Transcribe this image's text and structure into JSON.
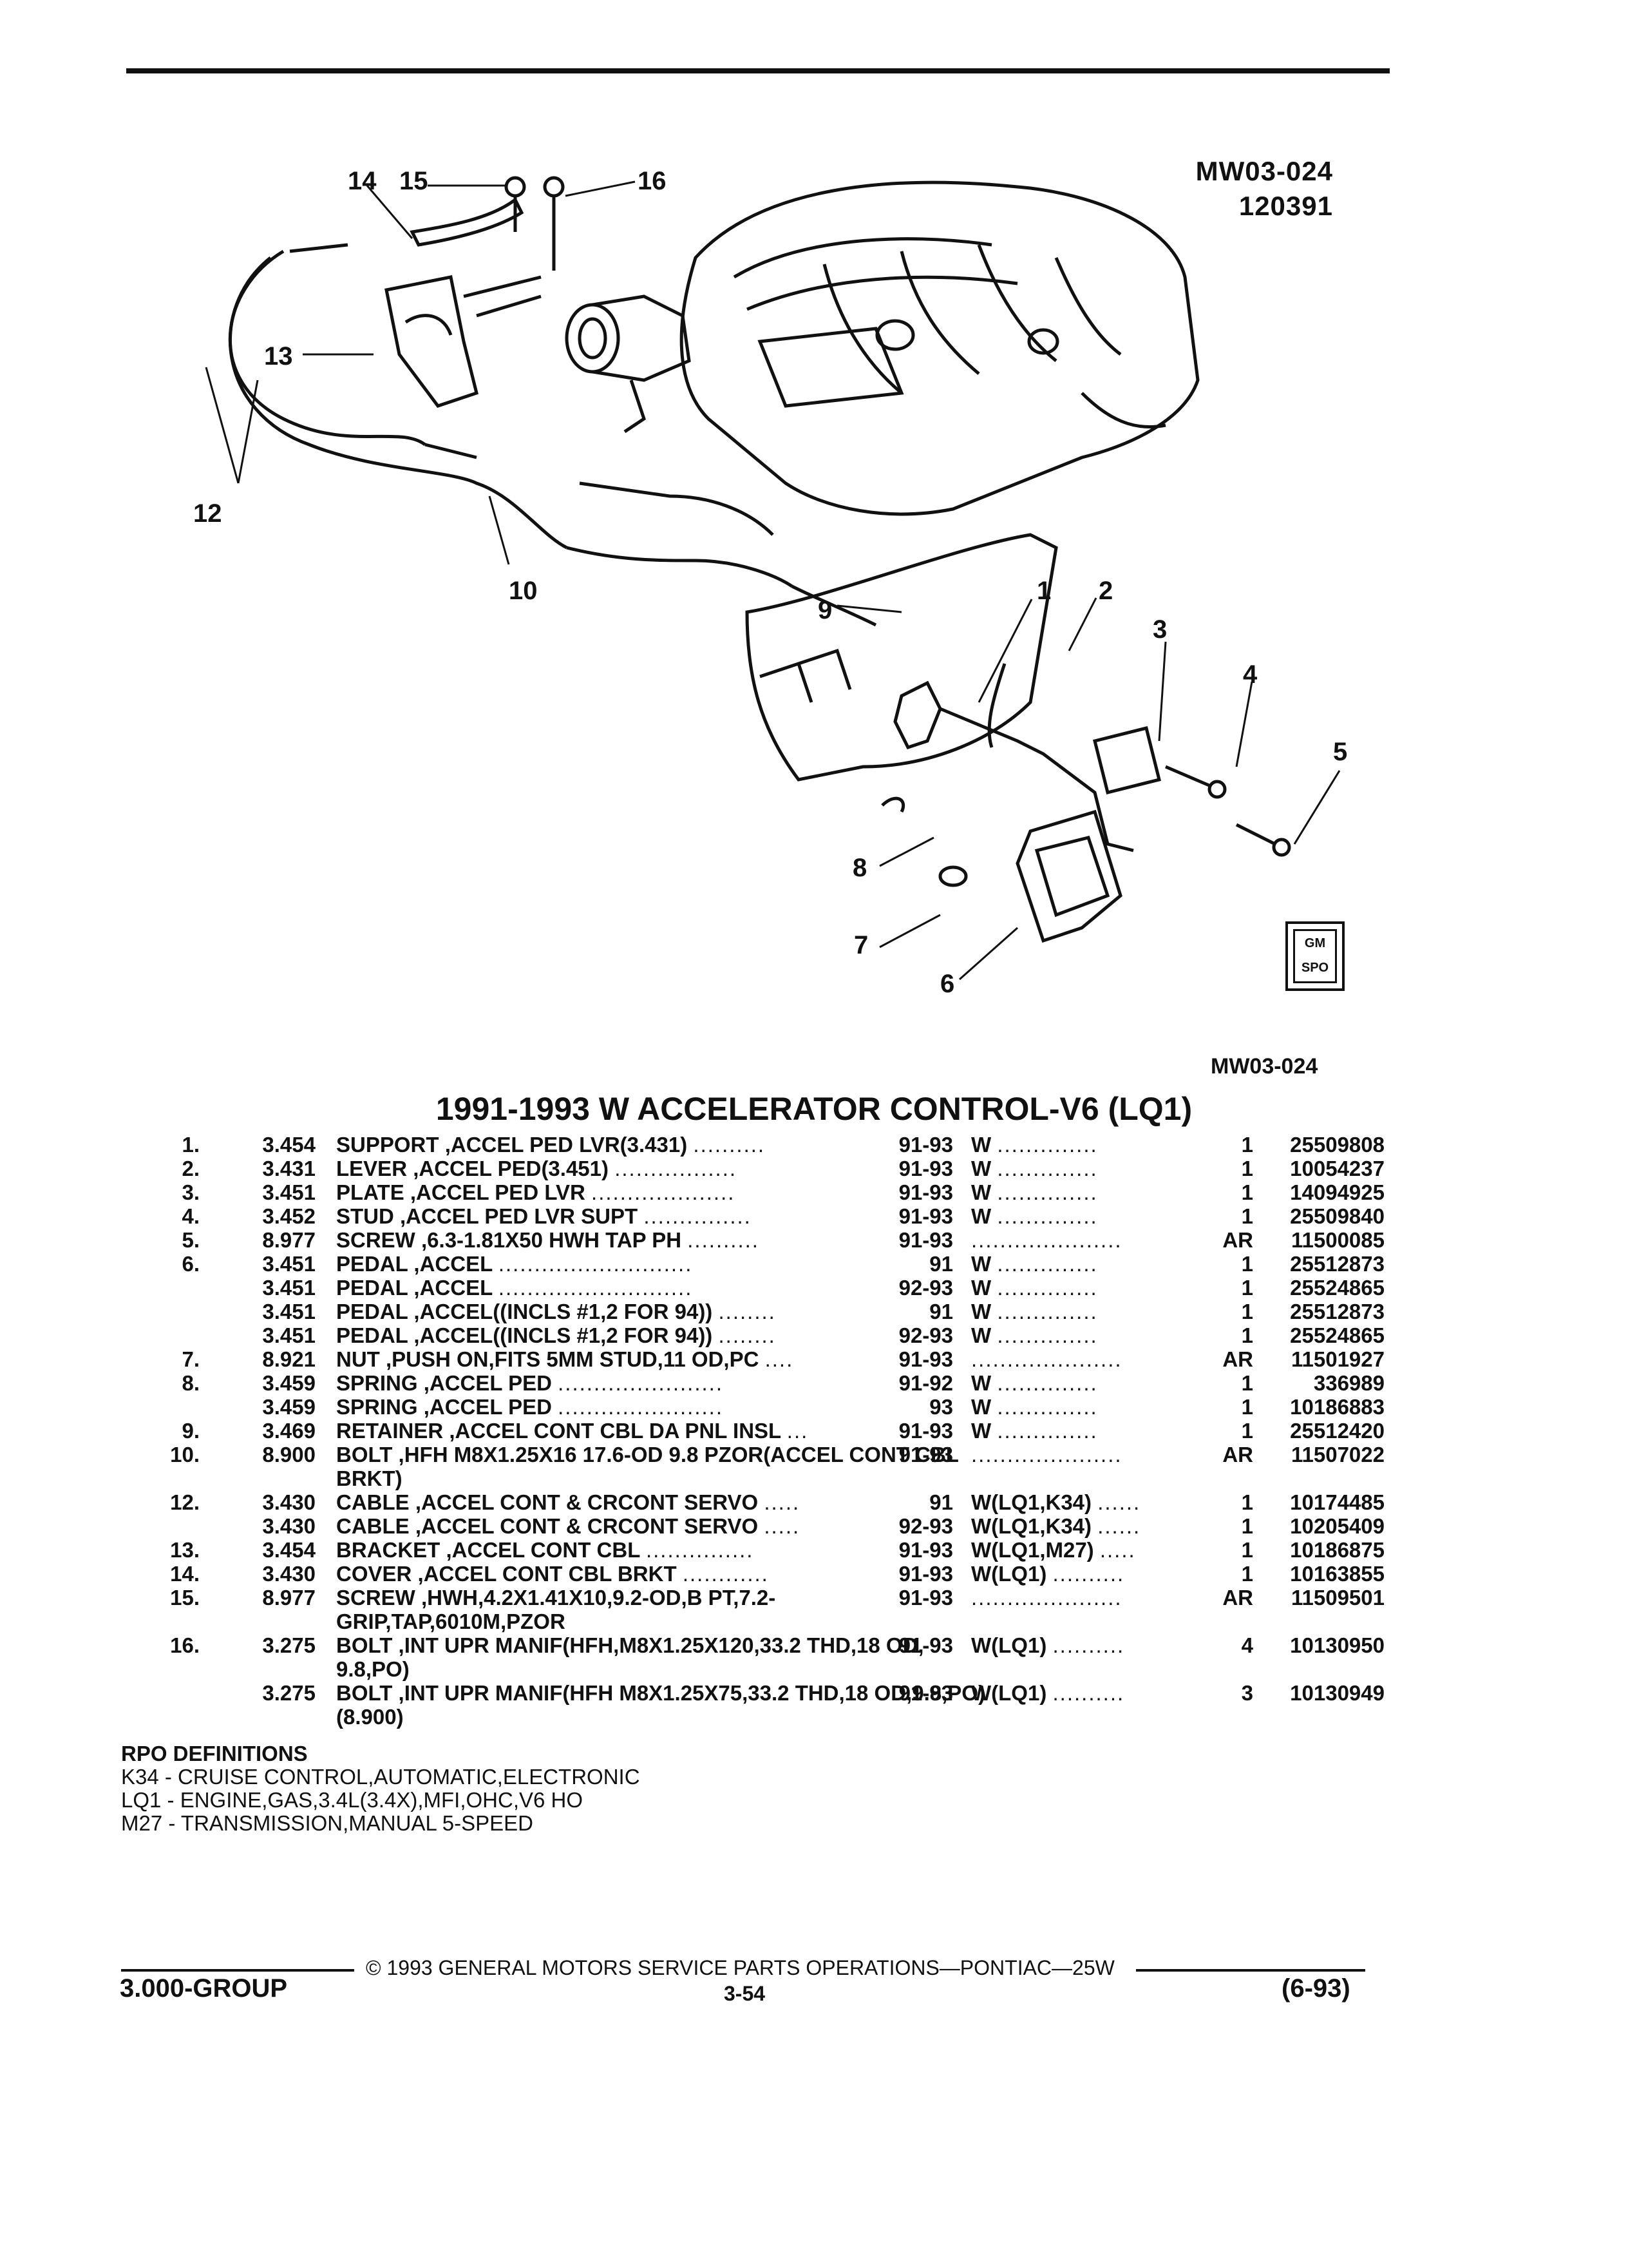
{
  "header": {
    "figure_code": "MW03-024",
    "figure_date": "120391"
  },
  "illustration": {
    "callouts": [
      "1",
      "2",
      "3",
      "4",
      "5",
      "6",
      "7",
      "8",
      "9",
      "10",
      "12",
      "13",
      "14",
      "15",
      "16"
    ],
    "logo_text": "GM SPO"
  },
  "figure_code_small": "MW03-024",
  "section_title": "1991-1993 W ACCELERATOR CONTROL-V6 (LQ1)",
  "parts": [
    {
      "idx": "1.",
      "group": "3.454",
      "desc": "SUPPORT ,ACCEL PED LVR(3.431)",
      "dots": "..........",
      "years": "91-93",
      "model": "W",
      "mdots": "..............",
      "qty": "1",
      "part": "25509808"
    },
    {
      "idx": "2.",
      "group": "3.431",
      "desc": "LEVER ,ACCEL PED(3.451)",
      "dots": ".................",
      "years": "91-93",
      "model": "W",
      "mdots": "..............",
      "qty": "1",
      "part": "10054237"
    },
    {
      "idx": "3.",
      "group": "3.451",
      "desc": "PLATE ,ACCEL PED LVR",
      "dots": "....................",
      "years": "91-93",
      "model": "W",
      "mdots": "..............",
      "qty": "1",
      "part": "14094925"
    },
    {
      "idx": "4.",
      "group": "3.452",
      "desc": "STUD ,ACCEL PED LVR SUPT",
      "dots": "...............",
      "years": "91-93",
      "model": "W",
      "mdots": "..............",
      "qty": "1",
      "part": "25509840"
    },
    {
      "idx": "5.",
      "group": "8.977",
      "desc": "SCREW ,6.3-1.81X50 HWH TAP PH",
      "dots": "..........",
      "years": "91-93",
      "model": "",
      "mdots": ".....................",
      "qty": "AR",
      "part": "11500085"
    },
    {
      "idx": "6.",
      "group": "3.451",
      "desc": "PEDAL ,ACCEL",
      "dots": "...........................",
      "years": "91",
      "model": "W",
      "mdots": "..............",
      "qty": "1",
      "part": "25512873"
    },
    {
      "idx": "",
      "group": "3.451",
      "desc": "PEDAL ,ACCEL",
      "dots": "...........................",
      "years": "92-93",
      "model": "W",
      "mdots": "..............",
      "qty": "1",
      "part": "25524865"
    },
    {
      "idx": "",
      "group": "3.451",
      "desc": "PEDAL ,ACCEL((INCLS #1,2 FOR 94))",
      "dots": "........",
      "years": "91",
      "model": "W",
      "mdots": "..............",
      "qty": "1",
      "part": "25512873"
    },
    {
      "idx": "",
      "group": "3.451",
      "desc": "PEDAL ,ACCEL((INCLS #1,2 FOR 94))",
      "dots": "........",
      "years": "92-93",
      "model": "W",
      "mdots": "..............",
      "qty": "1",
      "part": "25524865"
    },
    {
      "idx": "7.",
      "group": "8.921",
      "desc": "NUT ,PUSH ON,FITS 5MM STUD,11 OD,PC",
      "dots": "....",
      "years": "91-93",
      "model": "",
      "mdots": ".....................",
      "qty": "AR",
      "part": "11501927"
    },
    {
      "idx": "8.",
      "group": "3.459",
      "desc": "SPRING ,ACCEL PED",
      "dots": ".......................",
      "years": "91-92",
      "model": "W",
      "mdots": "..............",
      "qty": "1",
      "part": "336989"
    },
    {
      "idx": "",
      "group": "3.459",
      "desc": "SPRING ,ACCEL PED",
      "dots": ".......................",
      "years": "93",
      "model": "W",
      "mdots": "..............",
      "qty": "1",
      "part": "10186883"
    },
    {
      "idx": "9.",
      "group": "3.469",
      "desc": "RETAINER ,ACCEL CONT CBL DA PNL INSL",
      "dots": "...",
      "years": "91-93",
      "model": "W",
      "mdots": "..............",
      "qty": "1",
      "part": "25512420"
    },
    {
      "idx": "10.",
      "group": "8.900",
      "desc": "BOLT ,HFH M8X1.25X16 17.6-OD 9.8 PZOR(ACCEL CONT CBL BRKT)",
      "dots": "",
      "years": "91-93",
      "model": "",
      "mdots": ".....................",
      "qty": "AR",
      "part": "11507022",
      "tall": true
    },
    {
      "idx": "12.",
      "group": "3.430",
      "desc": "CABLE ,ACCEL CONT & CRCONT SERVO",
      "dots": ".....",
      "years": "91",
      "model": "W(LQ1,K34)",
      "mdots": "......",
      "qty": "1",
      "part": "10174485"
    },
    {
      "idx": "",
      "group": "3.430",
      "desc": "CABLE ,ACCEL CONT & CRCONT SERVO",
      "dots": ".....",
      "years": "92-93",
      "model": "W(LQ1,K34)",
      "mdots": "......",
      "qty": "1",
      "part": "10205409"
    },
    {
      "idx": "13.",
      "group": "3.454",
      "desc": "BRACKET ,ACCEL CONT CBL",
      "dots": "...............",
      "years": "91-93",
      "model": "W(LQ1,M27)",
      "mdots": ".....",
      "qty": "1",
      "part": "10186875"
    },
    {
      "idx": "14.",
      "group": "3.430",
      "desc": "COVER ,ACCEL CONT CBL BRKT",
      "dots": "............",
      "years": "91-93",
      "model": "W(LQ1)",
      "mdots": "..........",
      "qty": "1",
      "part": "10163855"
    },
    {
      "idx": "15.",
      "group": "8.977",
      "desc": "SCREW ,HWH,4.2X1.41X10,9.2-OD,B PT,7.2- GRIP,TAP,6010M,PZOR",
      "dots": "",
      "years": "91-93",
      "model": "",
      "mdots": ".....................",
      "qty": "AR",
      "part": "11509501",
      "tall": true
    },
    {
      "idx": "16.",
      "group": "3.275",
      "desc": "BOLT ,INT UPR MANIF(HFH,M8X1.25X120,33.2 THD,18 OD, 9.8,PO)",
      "dots": "",
      "years": "91-93",
      "model": "W(LQ1)",
      "mdots": "..........",
      "qty": "4",
      "part": "10130950",
      "tall": true
    },
    {
      "idx": "",
      "group": "3.275",
      "desc": "BOLT ,INT UPR MANIF(HFH M8X1.25X75,33.2 THD,18 OD,9.8,PO)(8.900)",
      "dots": "",
      "years": "91-93",
      "model": "W(LQ1)",
      "mdots": "..........",
      "qty": "3",
      "part": "10130949",
      "tall": true
    }
  ],
  "rpo": {
    "heading": "RPO DEFINITIONS",
    "lines": [
      "K34 - CRUISE CONTROL,AUTOMATIC,ELECTRONIC",
      "LQ1 - ENGINE,GAS,3.4L(3.4X),MFI,OHC,V6 HO",
      "M27 - TRANSMISSION,MANUAL 5-SPEED"
    ]
  },
  "footer": {
    "copyright": "© 1993 GENERAL MOTORS SERVICE PARTS OPERATIONS—PONTIAC—25W",
    "group": "3.000-GROUP",
    "page": "3-54",
    "date": "(6-93)"
  }
}
